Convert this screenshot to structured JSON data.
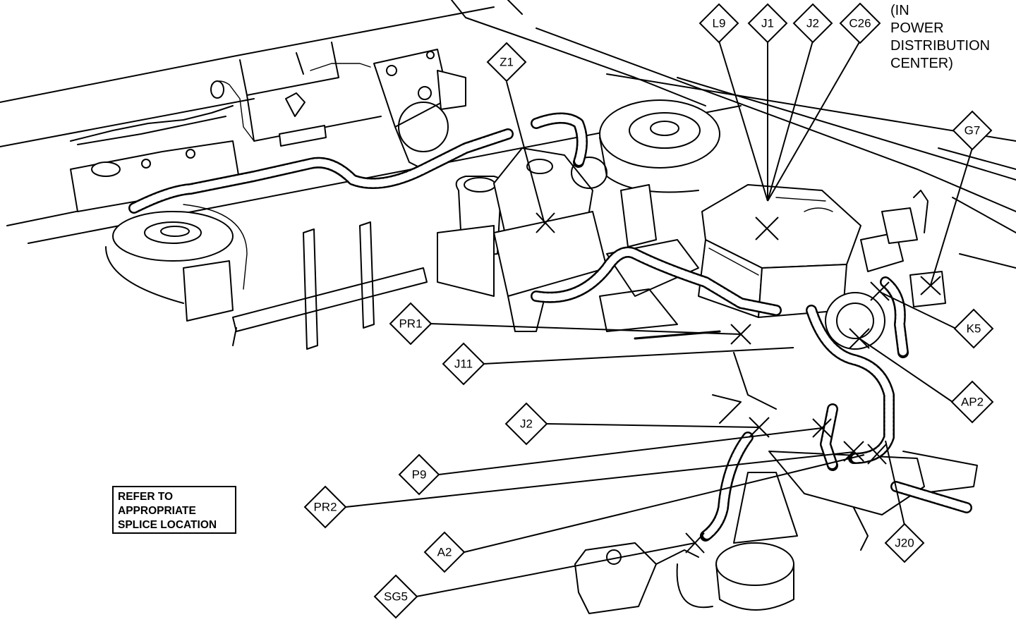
{
  "diagram": {
    "callouts": {
      "l9": "L9",
      "j1": "J1",
      "j2_top": "J2",
      "c26": "C26",
      "z1": "Z1",
      "g7": "G7",
      "k5": "K5",
      "pr1": "PR1",
      "j11": "J11",
      "ap2": "AP2",
      "j2_lower": "J2",
      "p9": "P9",
      "pr2": "PR2",
      "a2": "A2",
      "j20": "J20",
      "sg5": "SG5"
    },
    "pdc_note": [
      "(IN",
      "POWER",
      "DISTRIBUTION",
      "CENTER)"
    ],
    "refer_note": [
      "REFER TO",
      "APPROPRIATE",
      "SPLICE LOCATION"
    ]
  }
}
